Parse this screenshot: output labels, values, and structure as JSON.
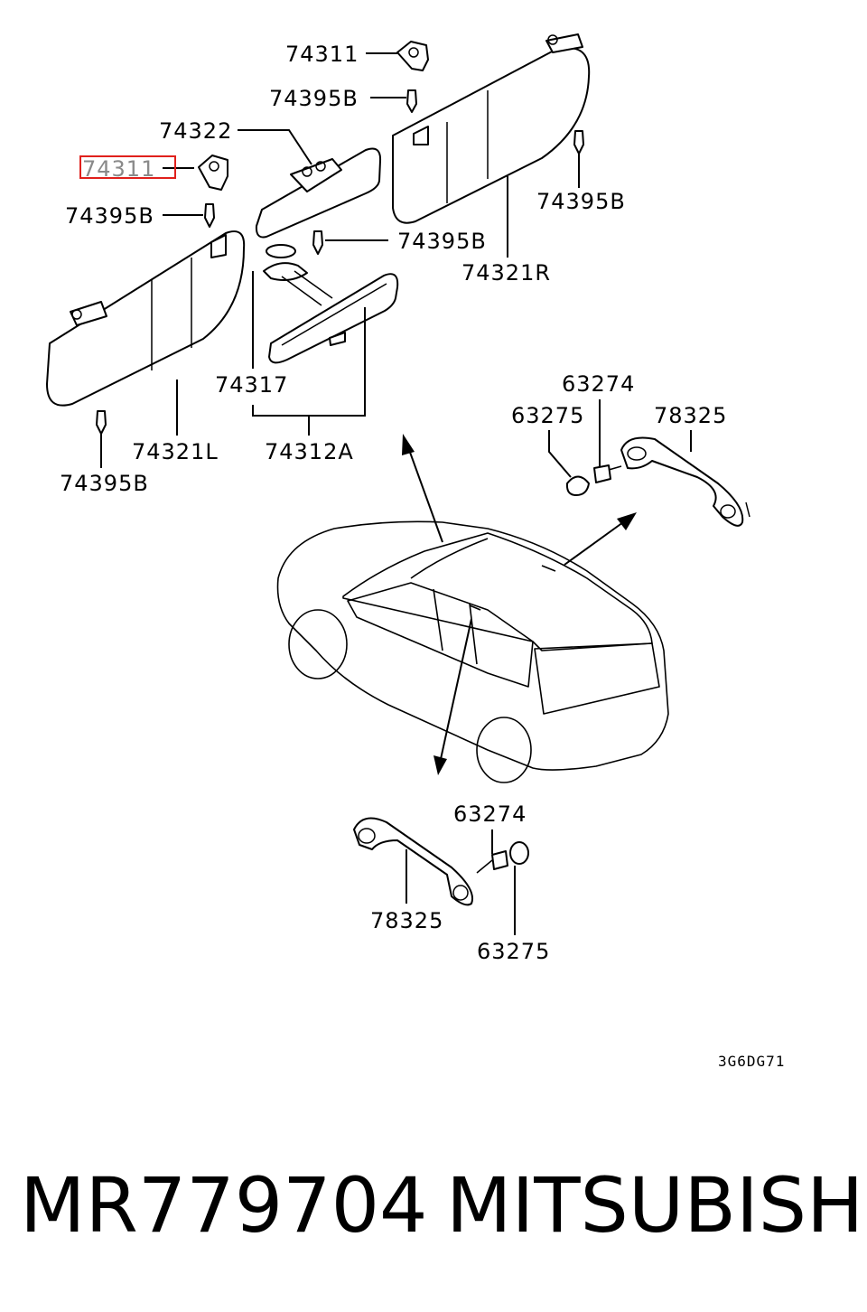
{
  "diagram": {
    "labels": {
      "c74311_top": "74311",
      "c74395b_top": "74395B",
      "c74322": "74322",
      "c74311_left": "74311",
      "c74395b_left_top": "74395B",
      "c74395b_center": "74395B",
      "c74395b_right": "74395B",
      "c74321r": "74321R",
      "c74317": "74317",
      "c63274_top": "63274",
      "c63275_top": "63275",
      "c78325_top": "78325",
      "c74321l": "74321L",
      "c74312a": "74312A",
      "c74395b_left_bottom": "74395B",
      "c63274_bottom": "63274",
      "c78325_bottom": "78325",
      "c63275_bottom": "63275"
    },
    "drawing_code": "3G6DG71",
    "highlight_color": "#e0201c"
  },
  "footer": {
    "part_number": "MR779704",
    "brand": "MITSUBISHI"
  }
}
